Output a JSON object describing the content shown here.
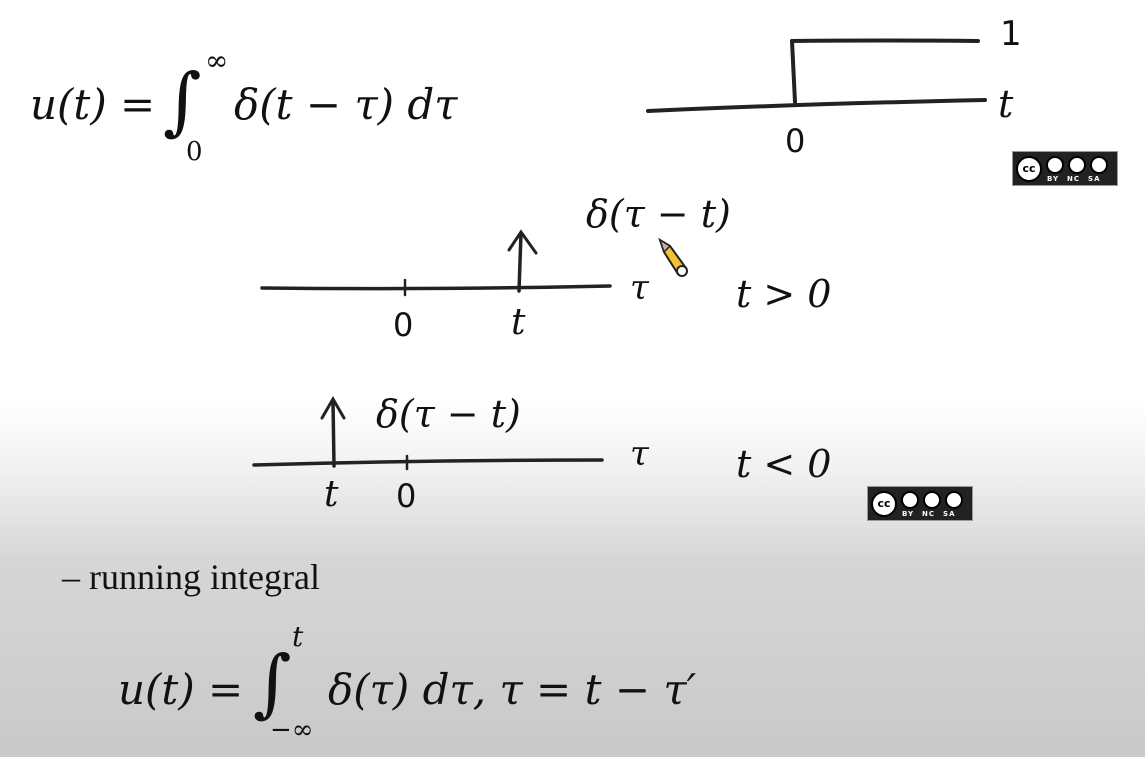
{
  "eq_top": {
    "lhs": "u(t) =",
    "integral": "∫",
    "upper": "∞",
    "lower": "0",
    "integrand": "δ(t − τ) dτ"
  },
  "step_plot": {
    "high_label": "1",
    "axis_label": "t",
    "origin_label": "0"
  },
  "plot_pos": {
    "delta_label": "δ(τ − t)",
    "axis_label": "τ",
    "tick_zero": "0",
    "tick_t": "t",
    "condition": "t > 0"
  },
  "plot_neg": {
    "delta_label": "δ(τ − t)",
    "axis_label": "τ",
    "tick_t": "t",
    "tick_zero": "0",
    "condition": "t < 0"
  },
  "running": {
    "label": "– running integral"
  },
  "eq_bottom": {
    "lhs": "u(t) =",
    "integral": "∫",
    "upper": "t",
    "lower": "−∞",
    "integrand": "δ(τ) dτ, τ = t − τ′"
  },
  "license": {
    "cc": "cc",
    "terms": [
      "BY",
      "NC",
      "SA"
    ]
  }
}
